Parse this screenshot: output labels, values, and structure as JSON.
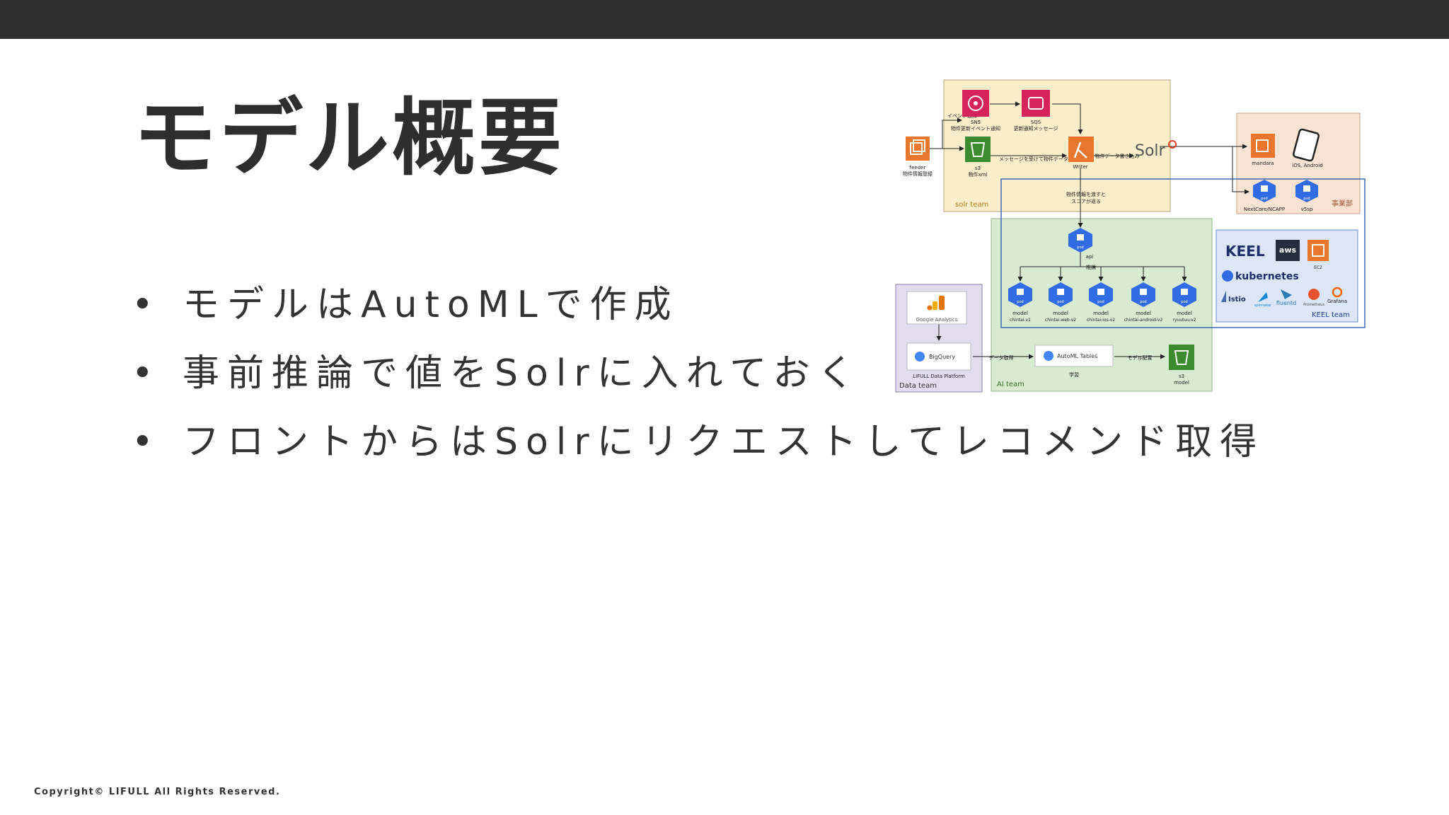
{
  "slide": {
    "title": "モデル概要",
    "bullets": [
      "モデルはAutoMLで作成",
      "事前推論で値をSolrに入れておく",
      "フロントからはSolrにリクエストしてレコメンド取得"
    ],
    "bullet_marker": "•",
    "footer": "Copyright© LIFULL All Rights Reserved."
  },
  "diagram": {
    "groups": {
      "solr_team": "solr team",
      "jigyobu": "事業部",
      "keel_team": "KEEL team",
      "ai_team": "AI team",
      "data_team": "Data team"
    },
    "nodes": {
      "feeder": "feeder",
      "feeder_sub": "物件情報登録",
      "sns": "SNS",
      "sns_sub": "物件更新イベント通知",
      "sqs": "SQS",
      "sqs_sub": "更新通知メッセージ",
      "s3_xml": "s3",
      "s3_xml_sub": "物件xml",
      "writer": "Writer",
      "solr": "Solr",
      "mandara": "mandara",
      "ios_android": "iOS, Android",
      "nextcore": "NextCore/NCAPP",
      "v5sp": "v5sp",
      "api": "api",
      "pod": "pod",
      "models": [
        {
          "name": "model",
          "sub": "chintai-v1"
        },
        {
          "name": "model",
          "sub": "chintai-web-v2"
        },
        {
          "name": "model",
          "sub": "chintai-ios-v2"
        },
        {
          "name": "model",
          "sub": "chintai-android-v2"
        },
        {
          "name": "model",
          "sub": "ryuutuu-v2"
        }
      ],
      "google_analytics": "Google Analytics",
      "bigquery": "BigQuery",
      "lifull_platform": "LIFULL Data Platform",
      "automl_tables": "AutoML Tables",
      "learning": "学習",
      "s3_model": "s3",
      "s3_model_sub": "model"
    },
    "edge_labels": {
      "event": "イベント通知",
      "message": "メッセージを受けて物件データ取得",
      "write": "物件データ書き込み",
      "pass": "物件情報を渡すと",
      "score": "スコアが返る",
      "infer": "推論",
      "fetch": "データ取得",
      "deploy": "モデル配置"
    },
    "keel": {
      "keel": "KEEL",
      "aws": "aws",
      "ec2": "EC2",
      "kubernetes": "kubernetes",
      "istio": "Istio",
      "spinnaker": "spinnaker",
      "fluentd": "fluentd",
      "prometheus": "Prometheus",
      "grafana": "Grafana"
    },
    "colors": {
      "solr_bg": "#fdeecb",
      "jigyobu_bg": "#fbe3d4",
      "ai_bg": "#d8ead0",
      "keel_bg": "#dbe6f8",
      "data_bg": "#e2dcef",
      "aws_orange": "#e8762c",
      "aws_green": "#3c8c2f",
      "aws_pink": "#d6245b",
      "k8s_blue": "#326ce5",
      "keel_navy": "#1e2f6b"
    }
  }
}
